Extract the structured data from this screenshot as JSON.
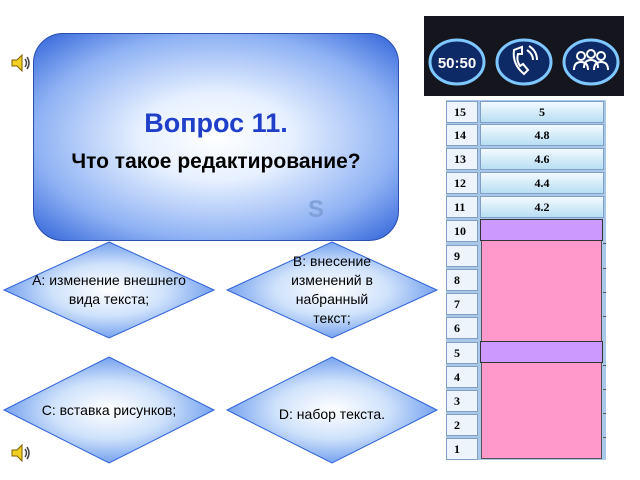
{
  "question": {
    "title": "Вопрос 11",
    "title_dot": ".",
    "text": "Что такое редактирование?",
    "watermark": "S"
  },
  "lifelines": [
    {
      "label": "50:50",
      "icon": "fifty-fifty-icon"
    },
    {
      "label": "",
      "icon": "phone-friend-icon"
    },
    {
      "label": "",
      "icon": "ask-audience-icon"
    }
  ],
  "answers": {
    "a": "A: изменение внешнего вида текста;",
    "b": "B: внесение изменений в набранный текст;",
    "c": "C: вставка рисунков;",
    "d": "D: набор текста."
  },
  "ladder": [
    {
      "num": "15",
      "value": "5"
    },
    {
      "num": "14",
      "value": "4.8"
    },
    {
      "num": "13",
      "value": "4.6"
    },
    {
      "num": "12",
      "value": "4.4"
    },
    {
      "num": "11",
      "value": "4.2"
    },
    {
      "num": "10",
      "value": ""
    },
    {
      "num": "9",
      "value": ""
    },
    {
      "num": "8",
      "value": ""
    },
    {
      "num": "7",
      "value": ""
    },
    {
      "num": "6",
      "value": ""
    },
    {
      "num": "5",
      "value": ""
    },
    {
      "num": "4",
      "value": ""
    },
    {
      "num": "3",
      "value": ""
    },
    {
      "num": "2",
      "value": ""
    },
    {
      "num": "1",
      "value": ""
    }
  ],
  "colors": {
    "panel_blue": "#2f62d8",
    "title_blue": "#1f3fc8",
    "milestone": "#cc99ff",
    "ladder_pink": "#ff99cc",
    "ladder_cell": "#b7def3"
  }
}
